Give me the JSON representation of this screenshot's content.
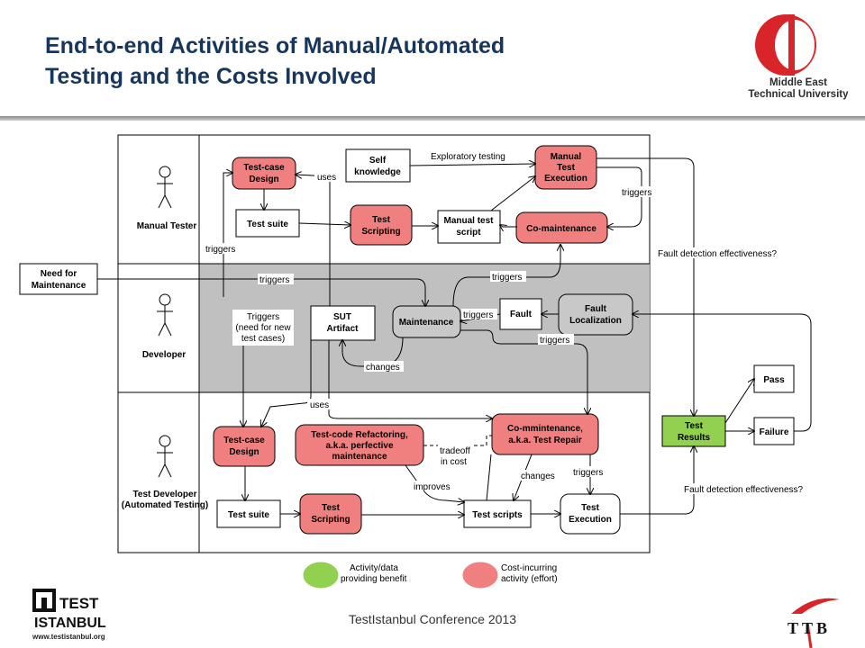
{
  "slide": {
    "title_line1": "End-to-end Activities of Manual/Automated",
    "title_line2": "Testing and the Costs Involved",
    "footer": "TestIstanbul Conference 2013"
  },
  "logos": {
    "metu_line1": "Middle East",
    "metu_line2": "Technical University",
    "testistanbul_top": "TEST",
    "testistanbul_bottom": "ISTANBUL",
    "testistanbul_url": "www.testistanbul.org",
    "ttb": "TTB"
  },
  "colors": {
    "title": "#17365d",
    "cost_node": "#f08080",
    "benefit_node": "#92d050",
    "developer_lane": "#c0c0c0",
    "metu_red": "#d9252a"
  },
  "lanes": {
    "manual_tester": "Manual Tester",
    "developer": "Developer",
    "test_developer_1": "Test Developer",
    "test_developer_2": "(Automated Testing)"
  },
  "nodes": {
    "need_maintenance_1": "Need for",
    "need_maintenance_2": "Maintenance",
    "tcd_manual_1": "Test-case",
    "tcd_manual_2": "Design",
    "test_suite_manual": "Test suite",
    "self_knowledge_1": "Self",
    "self_knowledge_2": "knowledge",
    "test_scripting_manual_1": "Test",
    "test_scripting_manual_2": "Scripting",
    "manual_test_script_1": "Manual test",
    "manual_test_script_2": "script",
    "manual_exec_1": "Manual",
    "manual_exec_2": "Test",
    "manual_exec_3": "Execution",
    "comaintenance": "Co-maintenance",
    "triggers_note_1": "Triggers",
    "triggers_note_2": "(need for new",
    "triggers_note_3": "test cases)",
    "sut_1": "SUT",
    "sut_2": "Artifact",
    "maintenance": "Maintenance",
    "fault": "Fault",
    "fault_loc_1": "Fault",
    "fault_loc_2": "Localization",
    "tcd_auto_1": "Test-case",
    "tcd_auto_2": "Design",
    "refactoring_1": "Test-code Refactoring,",
    "refactoring_2": "a.k.a. perfective",
    "refactoring_3": "maintenance",
    "comaint_auto_1": "Co-mmintenance,",
    "comaint_auto_2": "a.k.a. Test Repair",
    "test_suite_auto": "Test suite",
    "test_scripting_auto_1": "Test",
    "test_scripting_auto_2": "Scripting",
    "test_scripts": "Test scripts",
    "test_exec_1": "Test",
    "test_exec_2": "Execution",
    "test_results_1": "Test",
    "test_results_2": "Results",
    "pass": "Pass",
    "failure": "Failure"
  },
  "edge_labels": {
    "uses_top": "uses",
    "exploratory": "Exploratory testing",
    "triggers_manual_exec": "triggers",
    "triggers_left": "triggers",
    "fault_detection_top": "Fault detection effectiveness?",
    "triggers_need": "triggers",
    "triggers_maint_up": "triggers",
    "triggers_fault": "triggers",
    "triggers_down": "triggers",
    "changes_sut": "changes",
    "uses_bottom": "uses",
    "tradeoff_1": "tradeoff",
    "tradeoff_2": "in cost",
    "improves": "improves",
    "changes_scripts": "changes",
    "triggers_exec": "triggers",
    "fault_detection_bottom": "Fault detection effectiveness?"
  },
  "legend": {
    "benefit_1": "Activity/data",
    "benefit_2": "providing benefit",
    "cost_1": "Cost-incurring",
    "cost_2": "activity (effort)"
  }
}
